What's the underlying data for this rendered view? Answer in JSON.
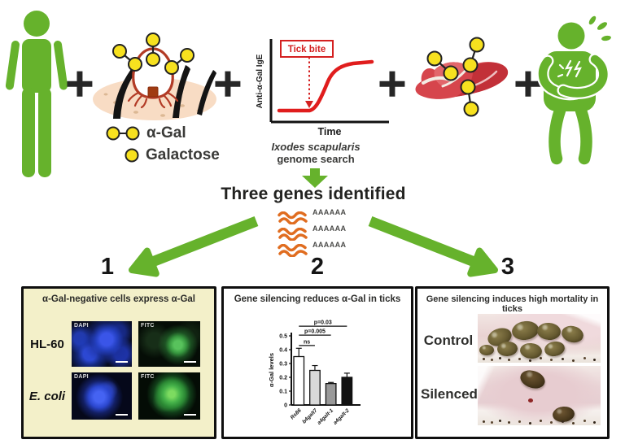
{
  "palette": {
    "green": "#66b22c",
    "orange": "#e06d20",
    "yellow": "#f7e11f",
    "red": "#e01d1d",
    "tick_body_red": "#b23b26",
    "panel1_background": "#f3f0c9",
    "ink": "#1d1d1b"
  },
  "icons": {
    "plus-icon": "+",
    "healthy-person-icon": "green standing person silhouette",
    "sick-person-icon": "green person clutching stomach with sweat drops",
    "tick-on-skin-icon": "tick embedded in skin carrying galactose molecules",
    "meat-icon": "raw red meat carrying alpha-gal molecules",
    "down-arrow-icon": "green downward arrow",
    "branch-arrow-left-icon": "green diagonal arrow to panel 1",
    "branch-arrow-right-icon": "green diagonal arrow to panel 3",
    "mrna-icon": "orange mRNA squiggle"
  },
  "top": {
    "tick_legend": [
      {
        "label": "α-Gal"
      },
      {
        "label": "Galactose"
      }
    ],
    "ige_graph": {
      "ylabel": "Anti-α-Gal IgE",
      "xlabel": "Time",
      "annotation": "Tick bite"
    },
    "genome_search": {
      "line1": "Ixodes scapularis",
      "line2": "genome search"
    }
  },
  "middle": {
    "headline": "Three genes identified",
    "mrna_tail": "AAAAAA",
    "branch_numbers": [
      "1",
      "2",
      "3"
    ]
  },
  "panels": {
    "panel1": {
      "title": "α-Gal-negative cells express α-Gal",
      "rows": [
        {
          "label": "HL-60",
          "images": [
            "DAPI",
            "FITC"
          ]
        },
        {
          "label": "E. coli",
          "images": [
            "DAPI",
            "FITC"
          ]
        }
      ]
    },
    "panel2": {
      "title": "Gene silencing reduces α-Gal in ticks"
    },
    "panel3": {
      "title": "Gene silencing induces high mortality in ticks",
      "rows": [
        "Control",
        "Silenced"
      ]
    }
  },
  "chart_data": {
    "type": "bar",
    "title": "",
    "categories": [
      "Rs86",
      "b4galt7",
      "a4galt-1",
      "a4galt-2"
    ],
    "values": [
      0.35,
      0.25,
      0.155,
      0.2
    ],
    "errors": [
      0.06,
      0.035,
      0.008,
      0.03
    ],
    "bar_colors": [
      "#ffffff",
      "#d9d9d9",
      "#999999",
      "#111111"
    ],
    "xlabel": "",
    "ylabel": "α-Gal levels",
    "ylim": [
      0,
      0.5
    ],
    "yticks": [
      0,
      0.1,
      0.2,
      0.3,
      0.4,
      0.5
    ],
    "grid": false,
    "significance": [
      {
        "label": "ns",
        "from": 0,
        "to": 1,
        "level": 0.43
      },
      {
        "label": "p=0.005",
        "from": 0,
        "to": 2,
        "level": 0.505
      },
      {
        "label": "p=0.03",
        "from": 0,
        "to": 3,
        "level": 0.57
      }
    ]
  }
}
